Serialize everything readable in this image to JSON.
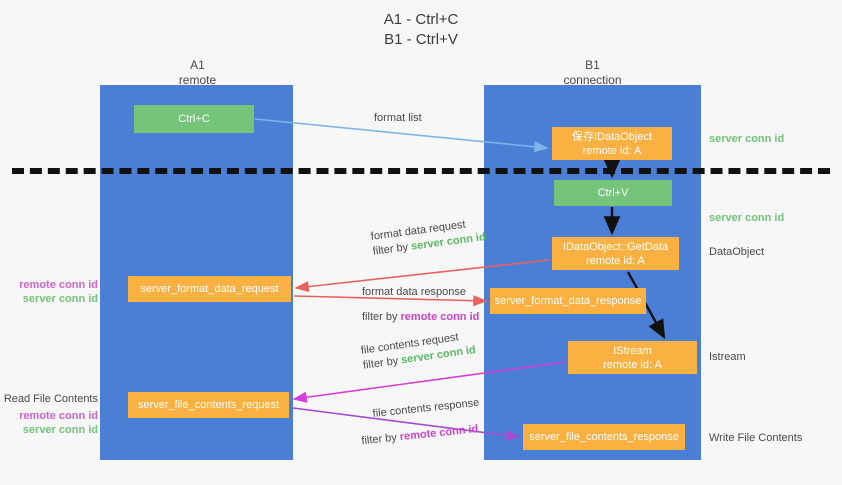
{
  "title": {
    "line1": "A1 - Ctrl+C",
    "line2": "B1 - Ctrl+V"
  },
  "lanes": [
    {
      "name": "A1",
      "role": "remote"
    },
    {
      "name": "B1",
      "role": "connection"
    }
  ],
  "nodes": {
    "ctrl_c": "Ctrl+C",
    "idataobject": {
      "line1": "保存IDataObject",
      "line2": "remote id: A"
    },
    "ctrl_v": "Ctrl+V",
    "getdata": {
      "line1": "IDataObject::GetData",
      "line2": "remote id: A"
    },
    "server_format_data_request": "server_format_data_request",
    "server_format_data_response": "server_format_data_response",
    "istream": {
      "line1": "IStream",
      "line2": "remote id: A"
    },
    "server_file_contents_request": "server_file_contents_request",
    "server_file_contents_response": "server_file_contents_response"
  },
  "edges": {
    "format_list": "format list",
    "format_data_request": "format data request",
    "format_data_request_filter_prefix": "filter by ",
    "format_data_request_filter_key": "server conn id",
    "format_data_response": "format data response",
    "format_data_response_filter_prefix": "filter by ",
    "format_data_response_filter_key": "remote conn id",
    "file_contents_request": "file contents request",
    "file_contents_request_filter_prefix": "filter by ",
    "file_contents_request_filter_key": "server conn id",
    "file_contents_response": "file contents response",
    "file_contents_response_filter_prefix": "filter by ",
    "file_contents_response_filter_key": "remote conn id"
  },
  "annotations": {
    "right": {
      "server_conn_id_top": "server conn id",
      "server_conn_id_mid": "server conn id",
      "dataobject": "DataObject",
      "istream": "Istream",
      "write_file_contents": "Write File Contents"
    },
    "left": {
      "remote_conn_id_1": "remote conn id",
      "server_conn_id_1": "server conn id",
      "read_file_contents": "Read File Contents",
      "remote_conn_id_2": "remote conn id",
      "server_conn_id_2": "server conn id"
    }
  },
  "colors": {
    "lane": "#4b7fd6",
    "green_node": "#74c47a",
    "orange_node": "#fbb042",
    "server_conn_id": "#5aba62",
    "remote_conn_id": "#cc44cc",
    "arrow_blue": "#7fb4e8",
    "arrow_red": "#e8635c",
    "arrow_magenta": "#d63fd6",
    "arrow_purple": "#a44bd4",
    "arrow_black": "#111111",
    "background": "#f7f7f7"
  }
}
